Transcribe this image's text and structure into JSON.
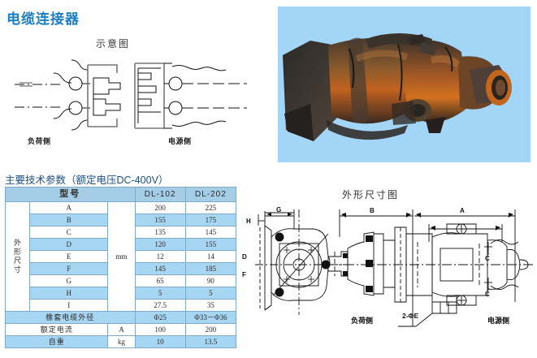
{
  "page": {
    "title": "电缆连接器",
    "title_color": "#1a7fc4"
  },
  "schematic": {
    "caption": "示意图",
    "label_left": "负荷侧",
    "label_right": "电源侧"
  },
  "photo": {
    "background_color": "#a3d5f7",
    "subject": "cable-connector-photo"
  },
  "spec": {
    "heading": "主要技术参数（额定电压DC-400V）",
    "header": {
      "model": "型号",
      "col1": "DL-102",
      "col2": "DL-202"
    },
    "group_label": "外形尺寸",
    "group_label_chars": [
      "外",
      "形",
      "尺",
      "寸"
    ],
    "unit_dim": "mm",
    "rows": [
      {
        "name": "A",
        "unit": "",
        "dl102": "200",
        "dl202": "225",
        "shade": "white"
      },
      {
        "name": "B",
        "unit": "",
        "dl102": "155",
        "dl202": "175",
        "shade": "blue"
      },
      {
        "name": "C",
        "unit": "",
        "dl102": "135",
        "dl202": "145",
        "shade": "white"
      },
      {
        "name": "D",
        "unit": "",
        "dl102": "120",
        "dl202": "155",
        "shade": "blue"
      },
      {
        "name": "E",
        "unit": "",
        "dl102": "12",
        "dl202": "14",
        "shade": "white"
      },
      {
        "name": "F",
        "unit": "",
        "dl102": "145",
        "dl202": "185",
        "shade": "blue"
      },
      {
        "name": "G",
        "unit": "",
        "dl102": "65",
        "dl202": "90",
        "shade": "white"
      },
      {
        "name": "H",
        "unit": "",
        "dl102": "5",
        "dl202": "5",
        "shade": "blue"
      },
      {
        "name": "I",
        "unit": "",
        "dl102": "27.5",
        "dl202": "35",
        "shade": "white"
      }
    ],
    "extra_rows": [
      {
        "name": "橡套电缆外径",
        "unit": "",
        "dl102": "Φ25",
        "dl202": "Φ33－Φ36",
        "shade": "blue"
      },
      {
        "name": "额定电流",
        "unit": "A",
        "dl102": "100",
        "dl202": "200",
        "shade": "white"
      },
      {
        "name": "自重",
        "unit": "kg",
        "dl102": "10",
        "dl202": "13.5",
        "shade": "blue"
      }
    ],
    "colors": {
      "header_blue": "#a6cde6",
      "cell_blue": "#a6d6f2",
      "border": "#7fa9c8"
    }
  },
  "dimension_drawing": {
    "caption": "外形尺寸图",
    "dim_H": "H",
    "dim_G": "G",
    "dim_B": "B",
    "dim_A": "A",
    "dim_C_upper": "C",
    "dim_C_lower": "C",
    "dim_D_left": "D",
    "dim_F_left": "F",
    "holes_note": "2-ΦE",
    "label_left": "负荷侧",
    "label_right": "电源侧"
  }
}
